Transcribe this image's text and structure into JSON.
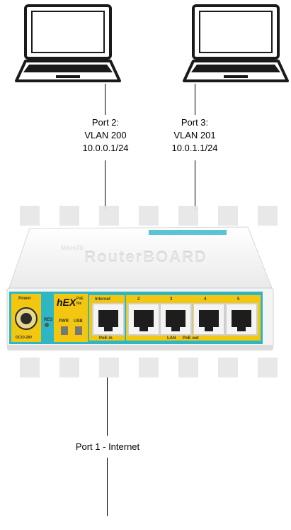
{
  "laptops": [
    {
      "name": "laptop-left"
    },
    {
      "name": "laptop-right"
    }
  ],
  "labels": {
    "left": {
      "port": "Port 2:",
      "vlan": "VLAN 200",
      "ip": "10.0.0.1/24"
    },
    "right": {
      "port": "Port 3:",
      "vlan": "VLAN 201",
      "ip": "10.0.1.1/24"
    },
    "bottom": "Port 1 - Internet"
  },
  "router": {
    "brand": "RouterBOARD",
    "maker": "MikroTik",
    "model": "hEX",
    "model_sub": "PoE lite",
    "power": "Power",
    "power_rating": "DC10-28V",
    "res": "RES",
    "pwr": "PWR",
    "usb": "USB",
    "internet": "Internet",
    "poe_in": "PoE in",
    "lan": "LAN",
    "poe_out": "PoE out",
    "ports": [
      "2",
      "3",
      "4",
      "5"
    ]
  },
  "colors": {
    "accent": "#2fb6c4",
    "yellow": "#f3c70f",
    "case": "#f7f7f7"
  }
}
